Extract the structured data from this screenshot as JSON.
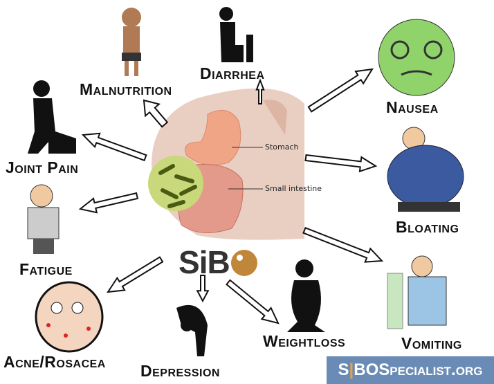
{
  "title": "SIBO",
  "center": {
    "stomach_label": "Stomach",
    "intestine_label": "Small intestine"
  },
  "symptoms": {
    "malnutrition": "Malnutrition",
    "diarrhea": "Diarrhea",
    "nausea": "Nausea",
    "joint_pain": "Joint Pain",
    "bloating": "Bloating",
    "fatigue": "Fatigue",
    "weightloss": "Weightloss",
    "vomiting": "Vomiting",
    "acne": "Acne/Rosacea",
    "depression": "Depression"
  },
  "logo": {
    "si": "S",
    "i": "i",
    "b": "B"
  },
  "banner": {
    "s": "S",
    "rest": "BOSpecialist.org"
  },
  "colors": {
    "banner": "#6a8bb5",
    "logo_orange": "#c0873a",
    "nausea_green": "#8fd36a"
  }
}
